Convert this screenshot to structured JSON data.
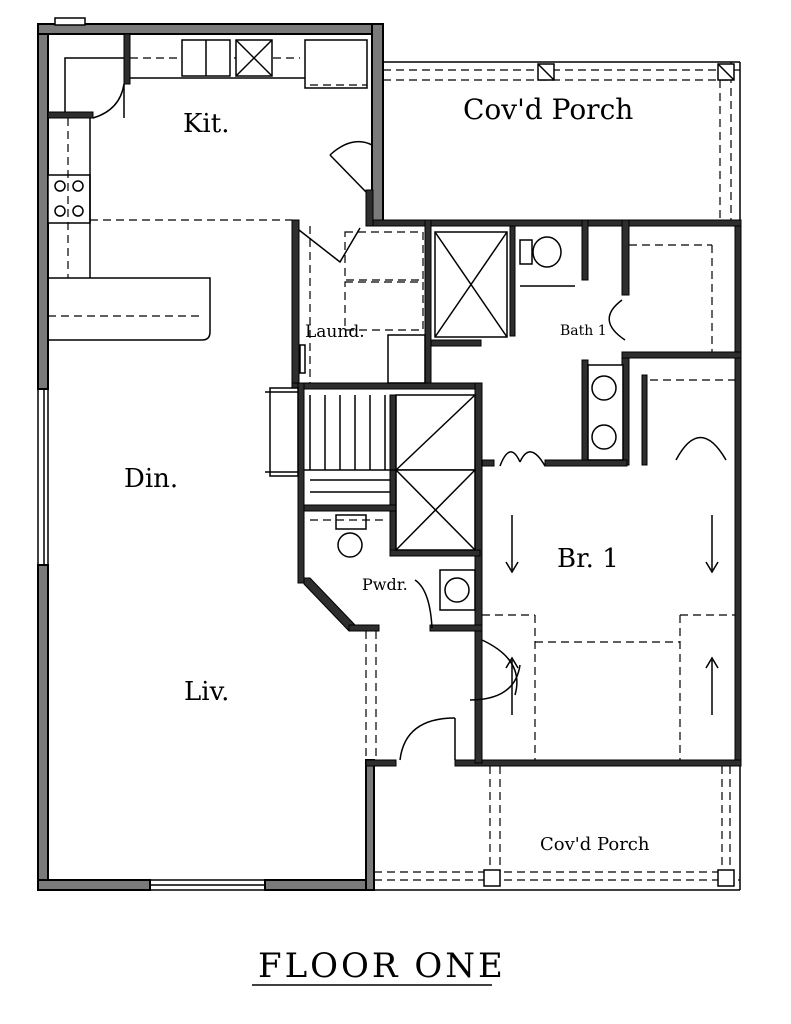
{
  "title": "FLOOR ONE",
  "rooms": {
    "kitchen": "Kit.",
    "covered_porch_top": "Cov'd Porch",
    "laundry": "Laund.",
    "bath": "Bath 1",
    "dining": "Din.",
    "bedroom": "Br. 1",
    "powder": "Pwdr.",
    "living": "Liv.",
    "covered_porch_bottom": "Cov'd Porch"
  },
  "colors": {
    "wall": "#7a7a7a",
    "inner_wall": "#2e2e2e",
    "line": "#000000"
  }
}
